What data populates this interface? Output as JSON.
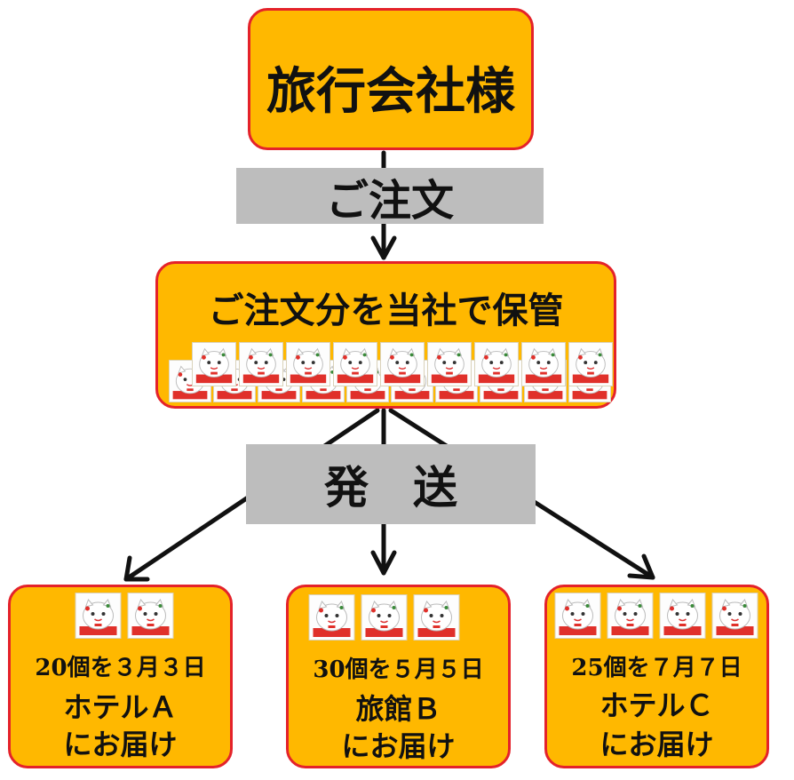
{
  "client": {
    "title": "旅行会社様"
  },
  "order_label": "ご注文",
  "storage": {
    "title": "ご注文分を当社で保管"
  },
  "ship_label": "発　送",
  "destinations": [
    {
      "qty_date": "20個を３月３日",
      "place": "ホテルＡ",
      "action": "にお届け"
    },
    {
      "qty_date": "30個を５月５日",
      "place": "旅館Ｂ",
      "action": "にお届け"
    },
    {
      "qty_date": "25個を７月７日",
      "place": "ホテルＣ",
      "action": "にお届け"
    }
  ],
  "colors": {
    "box_fill": "#FFB800",
    "box_border": "#E4222A",
    "label_fill": "#BDBDBD",
    "arrow": "#111111"
  },
  "icon": "maneki-neko-figurine-icon"
}
